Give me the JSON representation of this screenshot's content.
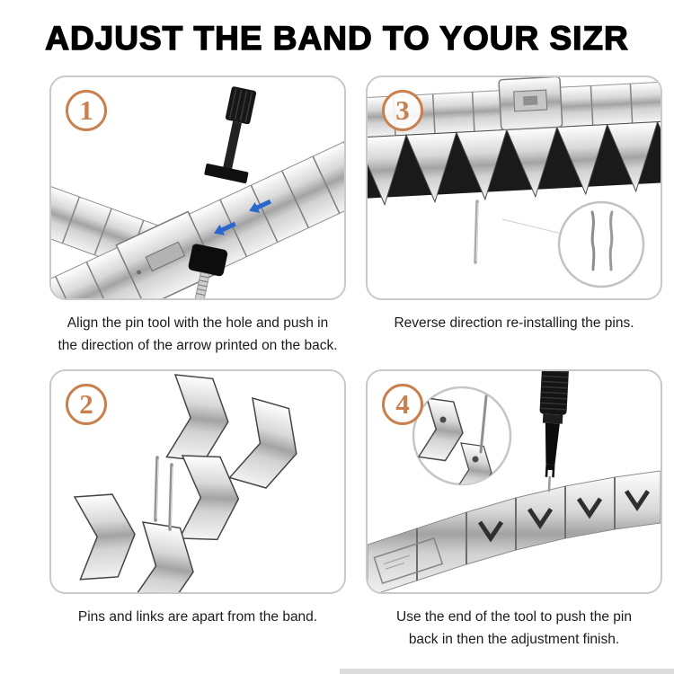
{
  "page": {
    "title": "ADJUST THE BAND TO YOUR SIZR",
    "colors": {
      "accent": "#c9804f",
      "panel_border": "#c9c9c9",
      "caption_text": "#1b1b1b",
      "arrow_blue": "#2a66cc"
    }
  },
  "steps": [
    {
      "number": "1",
      "illustration": "watch-band-in-pin-removal-tool-photo",
      "caption": "Align the pin tool with the hole and push in\nthe direction of the arrow printed on the back."
    },
    {
      "number": "3",
      "illustration": "band-links-with-pin-and-magnified-pins-photo",
      "caption": "Reverse direction re-installing the pins."
    },
    {
      "number": "2",
      "illustration": "separated-links-and-pins-photo",
      "caption": "Pins and links are apart from the band."
    },
    {
      "number": "4",
      "illustration": "tool-pushing-pin-into-curved-band-photo",
      "caption": "Use the end of the tool to push the pin\nback in then the adjustment finish."
    }
  ]
}
